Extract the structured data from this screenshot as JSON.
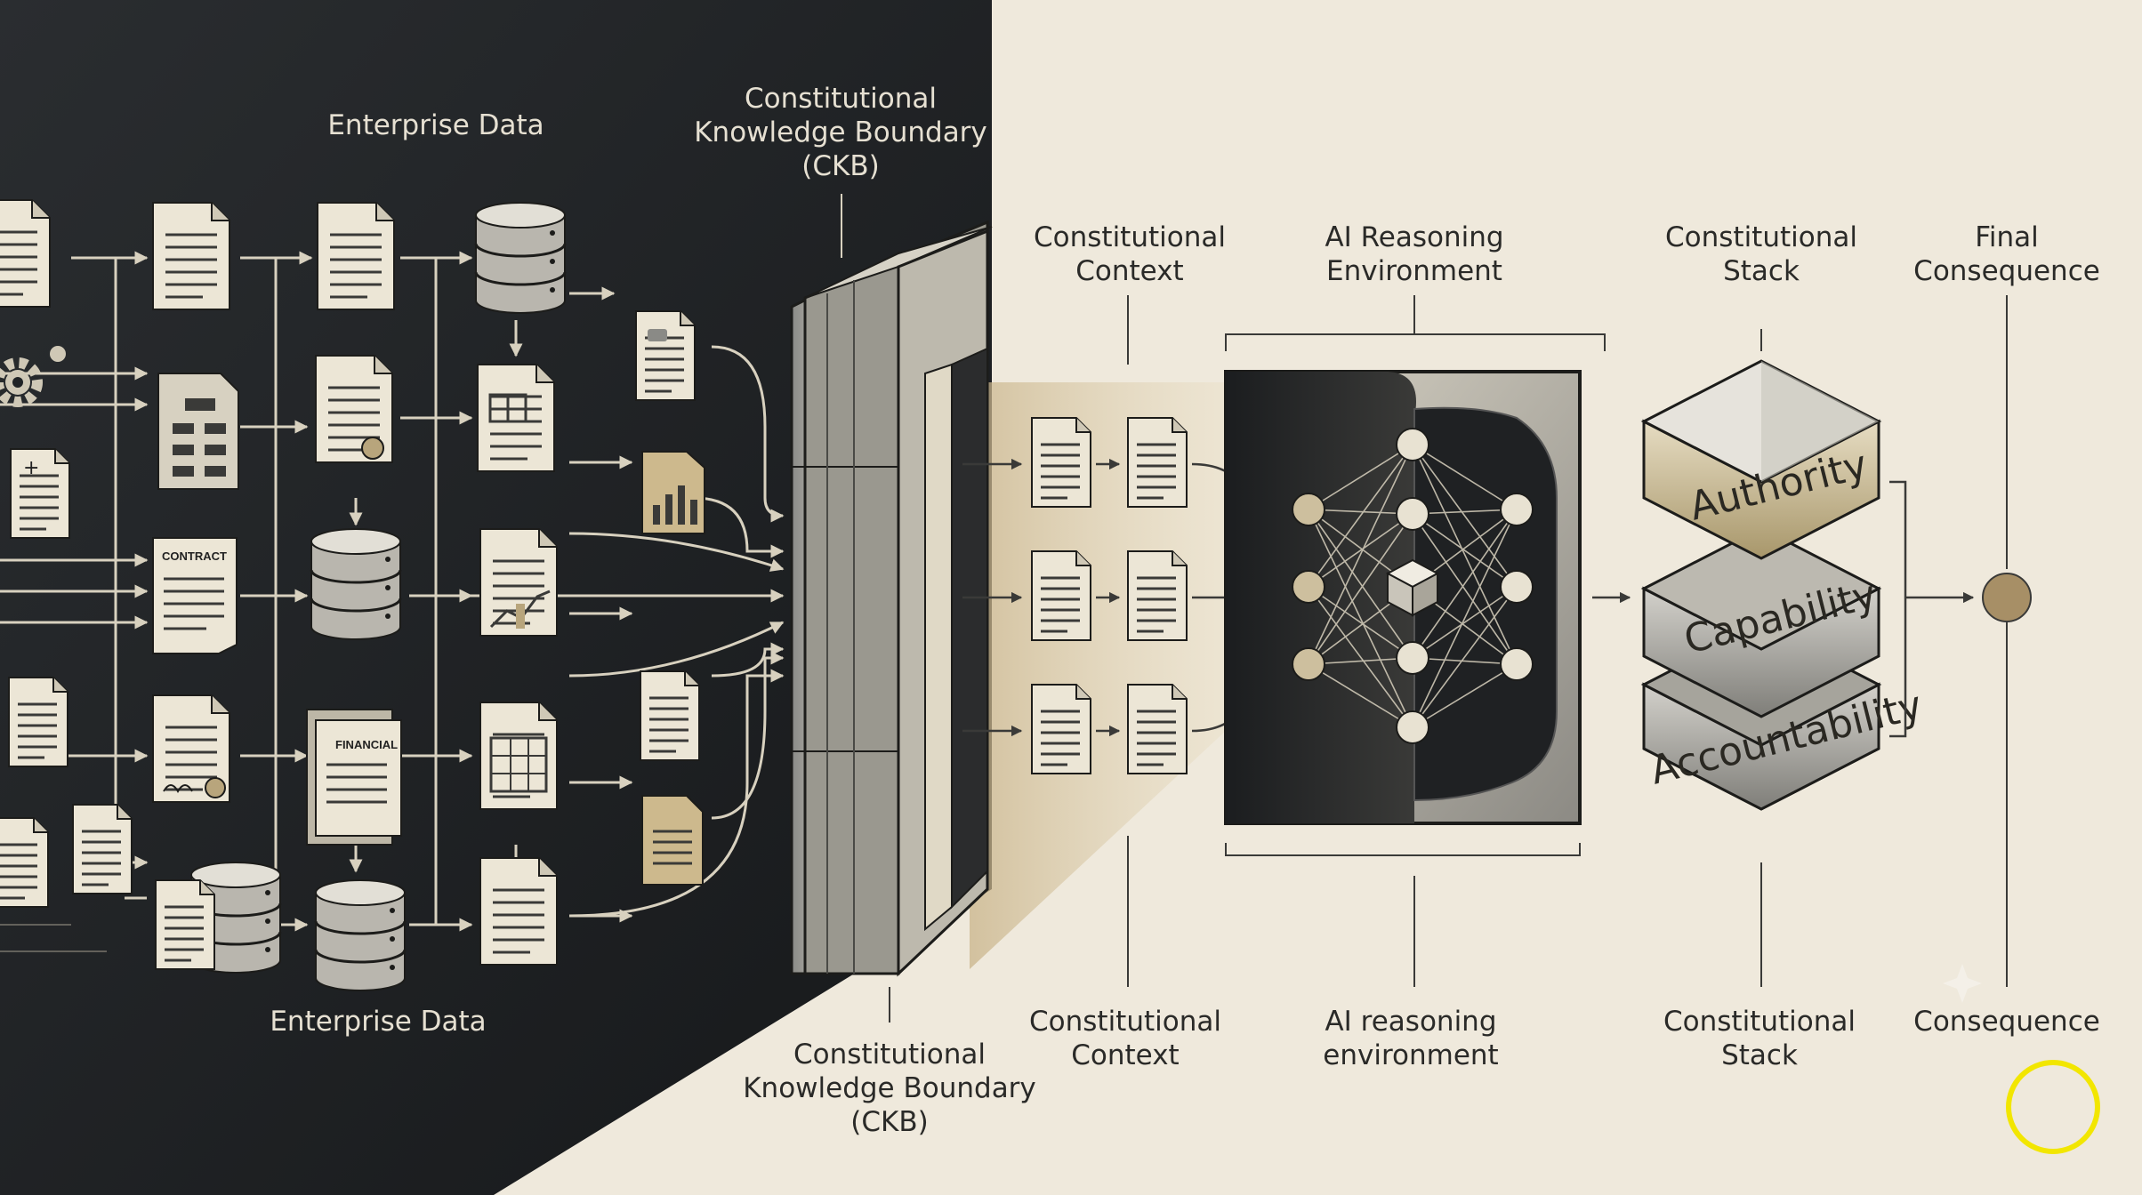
{
  "colors": {
    "dark_bg": "#202326",
    "light_bg": "#efe9dc",
    "accent_tan": "#c9b48a",
    "paper": "#ece6d6",
    "line_light": "#d8d1bf",
    "line_dark": "#3a3a38",
    "highlight_ring": "#f2e600"
  },
  "labels": {
    "enterprise_data_top": "Enterprise Data",
    "enterprise_data_bottom": "Enterprise Data",
    "ckb_top": "Constitutional\nKnowledge Boundary\n(CKB)",
    "ckb_bottom": "Constitutional\nKnowledge Boundary\n(CKB)",
    "context_top": "Constitutional\nContext",
    "context_bottom": "Constitutional\nContext",
    "ai_env_top": "AI Reasoning\nEnvironment",
    "ai_env_bottom": "AI reasoning\nenvironment",
    "stack_top": "Constitutional\nStack",
    "stack_bottom": "Constitutional\nStack",
    "final_top": "Final\nConsequence",
    "final_bottom": "Consequence"
  },
  "doc_tags": {
    "contract": "CONTRACT",
    "financial": "FINANCIAL"
  },
  "stack_layers": [
    "Authority",
    "Capability",
    "Accountability"
  ],
  "icons": [
    "document-icon",
    "database-icon",
    "gear-icon",
    "bar-chart-icon",
    "spreadsheet-icon",
    "signature-icon",
    "neural-network-icon",
    "cube-icon"
  ]
}
